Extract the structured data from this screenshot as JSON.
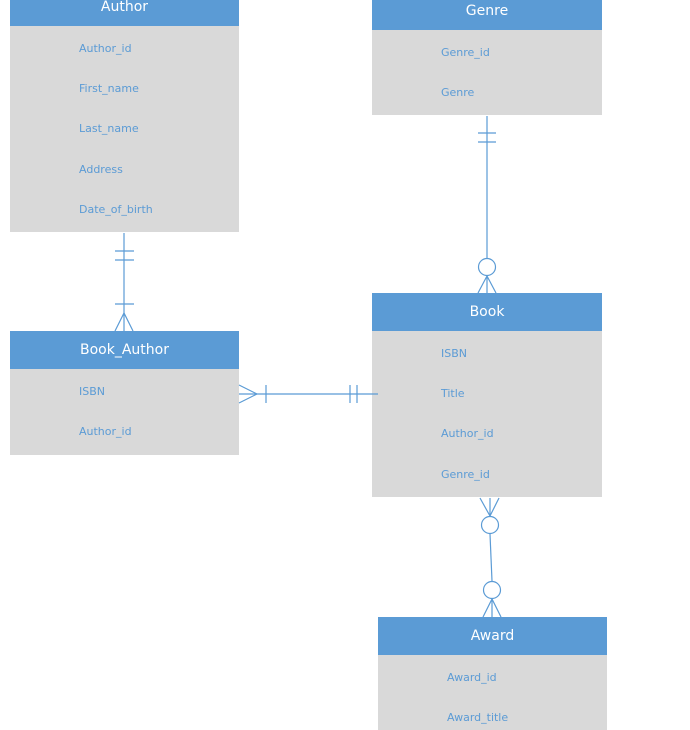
{
  "entities": {
    "author": {
      "title": "Author",
      "attributes": [
        "Author_id",
        "First_name",
        "Last_name",
        "Address",
        "Date_of_birth"
      ]
    },
    "genre": {
      "title": "Genre",
      "attributes": [
        "Genre_id",
        "Genre"
      ]
    },
    "book_author": {
      "title": "Book_Author",
      "attributes": [
        "ISBN",
        "Author_id"
      ]
    },
    "book": {
      "title": "Book",
      "attributes": [
        "ISBN",
        "Title",
        "Author_id",
        "Genre_id"
      ]
    },
    "award": {
      "title": "Award",
      "attributes": [
        "Award_id",
        "Award_title"
      ]
    }
  },
  "colors": {
    "header": "#5b9bd5",
    "body": "#d9d9d9",
    "attribute_text": "#5b9bd5",
    "connector": "#5b9bd5"
  }
}
